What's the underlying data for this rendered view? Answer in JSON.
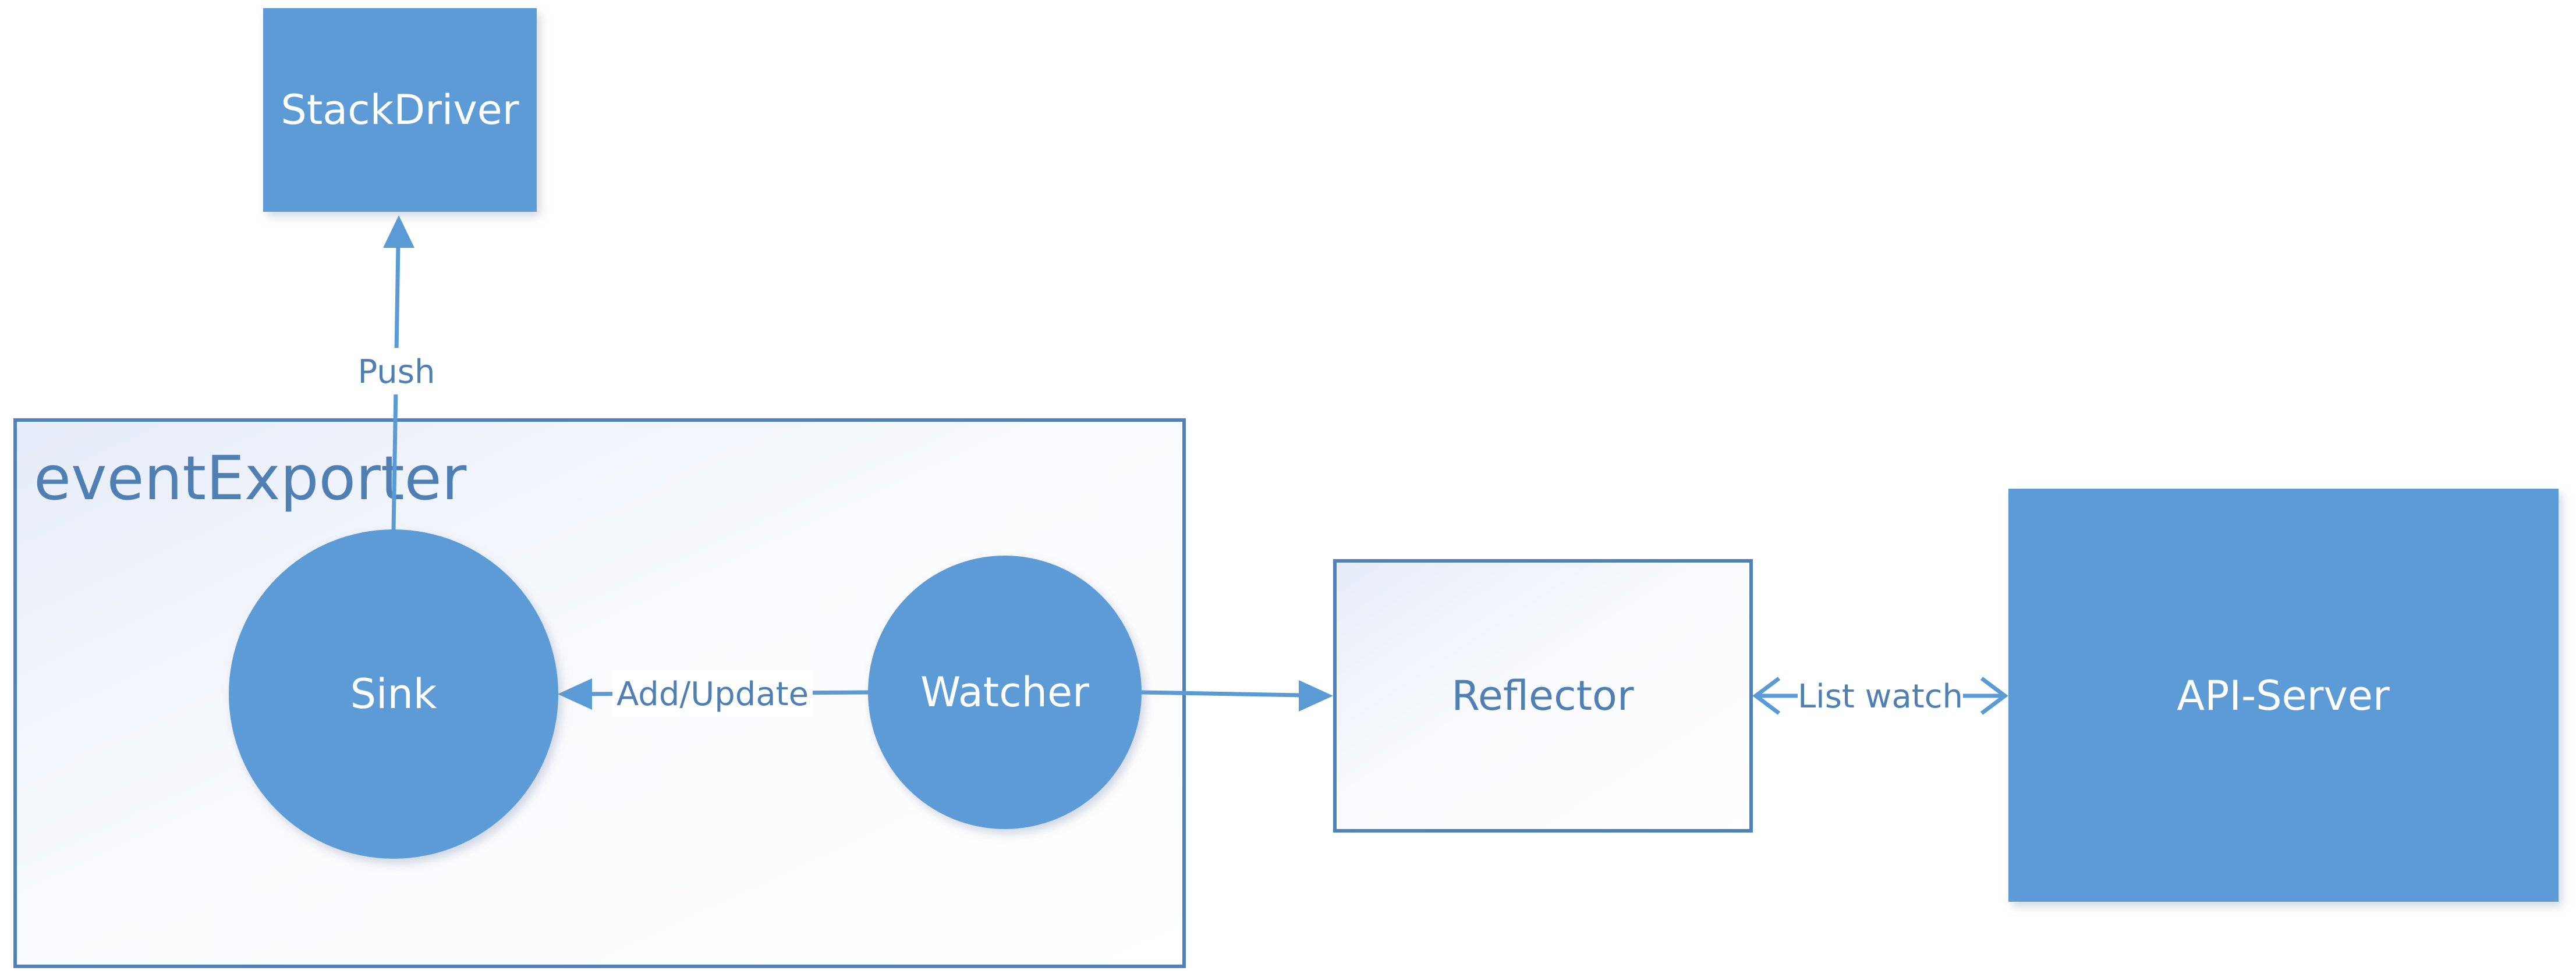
{
  "colors": {
    "accent": "#5b9bd5",
    "border": "#4f81bd",
    "text_dark": "#4f7fb3",
    "text_light": "#ffffff"
  },
  "nodes": {
    "stackdriver": {
      "label": "StackDriver"
    },
    "event_exporter": {
      "label": "eventExporter"
    },
    "sink": {
      "label": "Sink"
    },
    "watcher": {
      "label": "Watcher"
    },
    "reflector": {
      "label": "Reflector"
    },
    "api_server": {
      "label": "API-Server"
    }
  },
  "edges": {
    "push": {
      "label": "Push"
    },
    "add_update": {
      "label": "Add/Update"
    },
    "list_watch": {
      "label": "List watch"
    }
  }
}
